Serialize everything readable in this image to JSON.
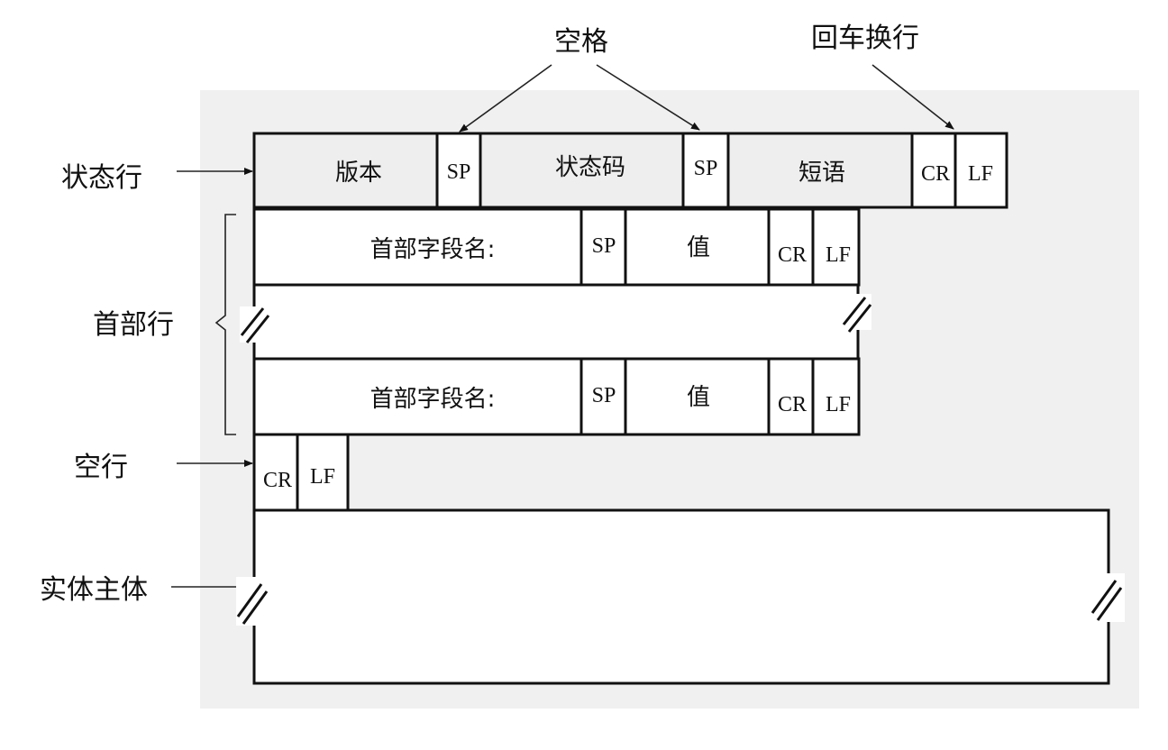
{
  "title_labels": {
    "space": "空格",
    "crlf": "回车换行"
  },
  "side_labels": {
    "status_line": "状态行",
    "header_lines": "首部行",
    "blank_line": "空行",
    "entity_body": "实体主体"
  },
  "status_line": {
    "version": "版本",
    "sp1": "SP",
    "status_code": "状态码",
    "sp2": "SP",
    "phrase": "短语",
    "cr": "CR",
    "lf": "LF"
  },
  "header_rows": [
    {
      "field_name": "首部字段名:",
      "sp": "SP",
      "value": "值",
      "cr": "CR",
      "lf": "LF"
    },
    {
      "field_name": "首部字段名:",
      "sp": "SP",
      "value": "值",
      "cr": "CR",
      "lf": "LF"
    }
  ],
  "blank_line": {
    "cr": "CR",
    "lf": "LF"
  },
  "colors": {
    "panel": "#f0f0f0",
    "status_fill": "#eeeeee",
    "line": "#111111"
  }
}
